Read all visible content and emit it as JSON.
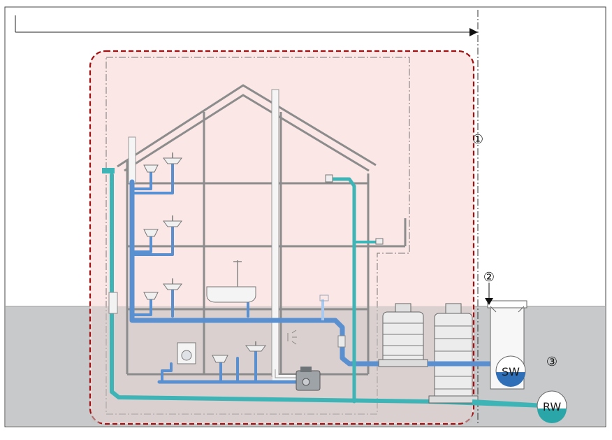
{
  "diagram": {
    "markers": {
      "one": "①",
      "two": "②",
      "three": "③"
    },
    "tanks": {
      "sewage": "SW",
      "rainwater": "RW"
    },
    "colors": {
      "background_frame": "#444444",
      "ground": "#c8c9cb",
      "zone_fill": "#f9e3e2",
      "zone_border": "#a01010",
      "wall": "#8c8c8c",
      "sewage_pipe": "#5a8fd0",
      "rain_pipe": "#3fb4b6",
      "sewage_tank": "#2f6fb8",
      "rain_tank": "#2ba6a8",
      "vent_pipe": "#f5f5f5"
    },
    "icons": [
      "sink-icon",
      "bathtub-icon",
      "washing-machine-icon",
      "lifting-station-icon",
      "downpipe-icon",
      "manhole-shaft-icon"
    ]
  }
}
